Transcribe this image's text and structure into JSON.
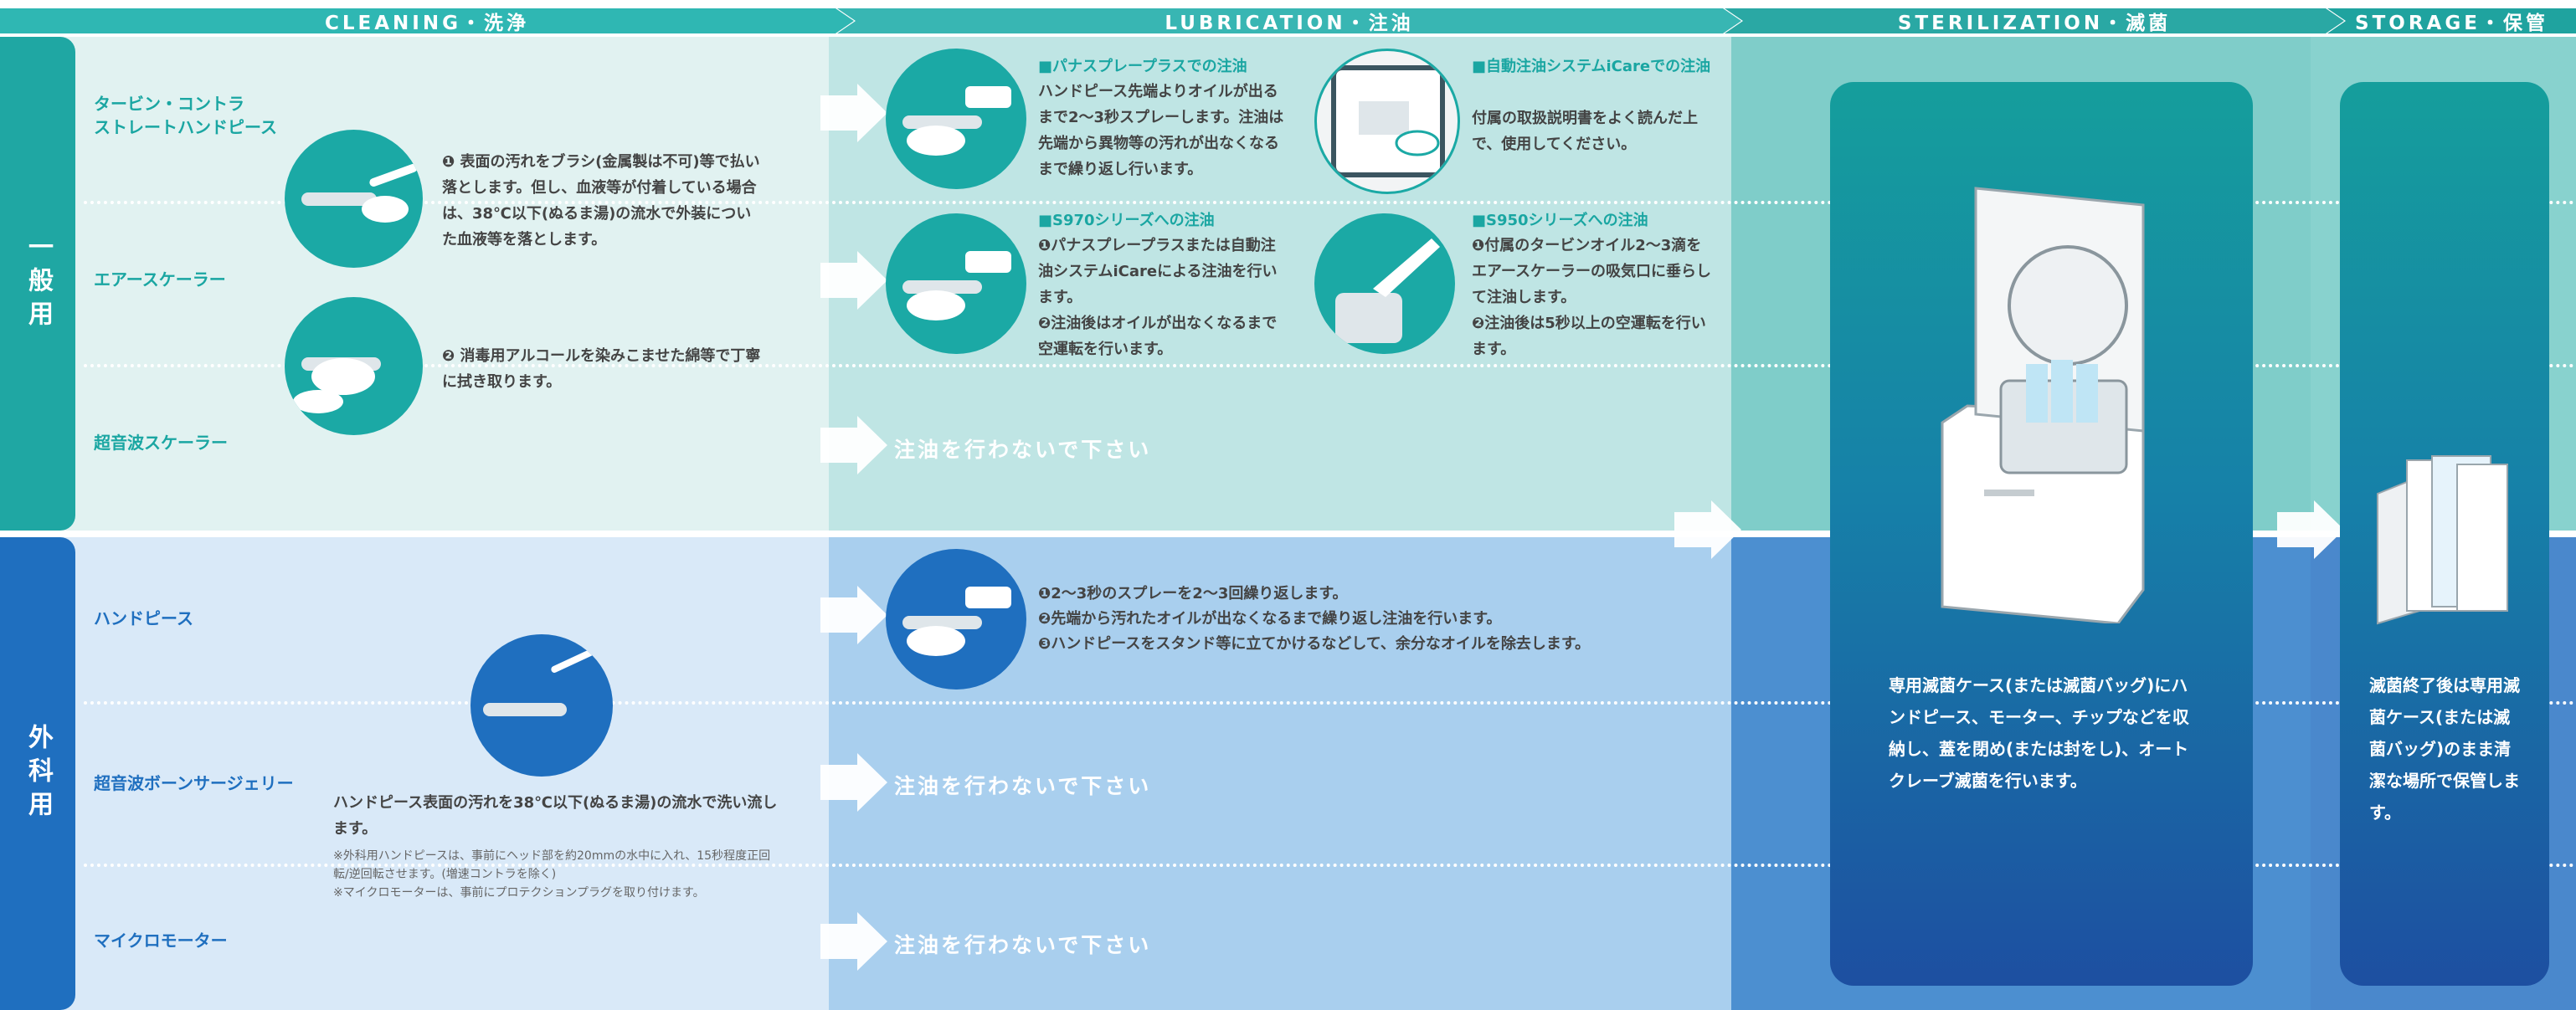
{
  "header": {
    "cleaning": "CLEANING・洗浄",
    "lubrication": "LUBRICATION・注油",
    "sterilization": "STERILIZATION・滅菌",
    "storage": "STORAGE・保管"
  },
  "sections": {
    "general": "一般用",
    "surgical": "外科用"
  },
  "general_rows": {
    "row1": "タービン・コントラ\nストレートハンドピース",
    "row2": "エアースケーラー",
    "row3": "超音波スケーラー"
  },
  "surgical_rows": {
    "row1": "ハンドピース",
    "row2": "超音波ボーンサージェリー",
    "row3": "マイクロモーター"
  },
  "cleaning_general": {
    "step1": "❶ 表面の汚れをブラシ(金属製は不可)等で払い落とします。但し、血液等が付着している場合は、38℃以下(ぬるま湯)の流水で外装についた血液等を落とします。",
    "step2": "❷ 消毒用アルコールを染みこませた綿等で丁寧に拭き取ります。"
  },
  "cleaning_surgical": {
    "main": "ハンドピース表面の汚れを38℃以下(ぬるま湯)の流水で洗い流します。",
    "note1": "※外科用ハンドピースは、事前にヘッド部を約20mmの水中に入れ、15秒程度正回転/逆回転させます。(増速コントラを除く)",
    "note2": "※マイクロモーターは、事前にプロテクションプラグを取り付けます。"
  },
  "lubrication_general": {
    "pana_title": "■パナスプレープラスでの注油",
    "pana_body": "ハンドピース先端よりオイルが出るまで2〜3秒スプレーします。注油は先端から異物等の汚れが出なくなるまで繰り返し行います。",
    "icare_title": "■自動注油システムiCareでの注油",
    "icare_body": "付属の取扱説明書をよく読んだ上で、使用してください。",
    "s970_title": "■S970シリーズへの注油",
    "s970_body": "❶パナスプレープラスまたは自動注油システムiCareによる注油を行います。\n❷注油後はオイルが出なくなるまで空運転を行います。",
    "s950_title": "■S950シリーズへの注油",
    "s950_body": "❶付属のタービンオイル2〜3滴をエアースケーラーの吸気口に垂らして注油します。\n❷注油後は5秒以上の空運転を行います。",
    "no_oil": "注油を行わないで下さい"
  },
  "lubrication_surgical": {
    "step1": "❶2〜3秒のスプレーを2〜3回繰り返します。",
    "step2": "❷先端から汚れたオイルが出なくなるまで繰り返し注油を行います。",
    "step3": "❸ハンドピースをスタンド等に立てかけるなどして、余分なオイルを除去します。",
    "no_oil_1": "注油を行わないで下さい",
    "no_oil_2": "注油を行わないで下さい"
  },
  "sterilization": {
    "text": "専用滅菌ケース(または滅菌バッグ)にハンドピース、モーター、チップなどを収納し、蓋を閉め(または封をし)、オートクレーブ滅菌を行います。"
  },
  "storage": {
    "text": "滅菌終了後は専用滅菌ケース(または滅菌バッグ)のまま清潔な場所で保管します。"
  },
  "colors": {
    "teal": "#1ba9a5",
    "blue": "#1f6fbf",
    "teal_bg": "#e1f2f1",
    "blue_bg": "#d9e9f8"
  }
}
